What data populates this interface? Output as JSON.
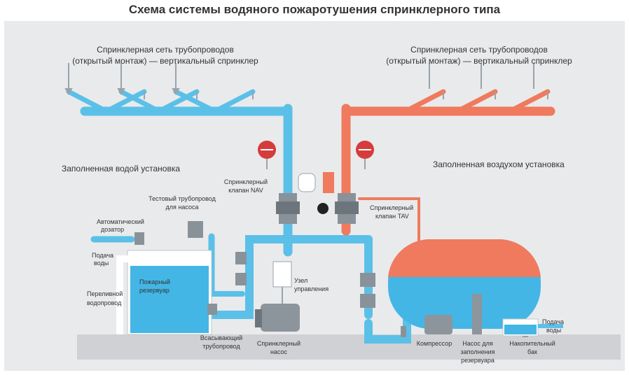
{
  "title": "Схема системы водяного пожаротушения спринклерного типа",
  "colors": {
    "water": "#5bc0e8",
    "air": "#ef7a5d",
    "panel": "#e9eaec",
    "floor": "#cfd1d4",
    "tank_water": "#43b6e6"
  },
  "labels": {
    "net_left_1": "Спринклерная сеть трубопроводов",
    "net_left_2": "(открытый монтаж) — вертикальный спринклер",
    "net_right_1": "Спринклерная сеть трубопроводов",
    "net_right_2": "(открытый монтаж) — вертикальный спринклер",
    "water_filled": "Заполненная водой установка",
    "air_filled": "Заполненная воздухом установка",
    "nav_1": "Спринклерный",
    "nav_2": "клапан NAV",
    "test_1": "Тестовый трубопровод",
    "test_2": "для насоса",
    "dosing_1": "Автоматический",
    "dosing_2": "дозатор",
    "supply_left_1": "Подача",
    "supply_left_2": "воды",
    "reservoir_1": "Пожарный",
    "reservoir_2": "резервуар",
    "overflow_1": "Переливной",
    "overflow_2": "водопровод",
    "tav_1": "Спринклерный",
    "tav_2": "клапан TAV",
    "control_1": "Узел",
    "control_2": "управления",
    "suction_1": "Всасывающий",
    "suction_2": "трубопровод",
    "pump_1": "Спринклерный",
    "pump_2": "насос",
    "compressor": "Компрессор",
    "fill_pump_1": "Насос для",
    "fill_pump_2": "заполнения",
    "fill_pump_3": "резервуара",
    "storage_1": "Накопительный",
    "storage_2": "бак",
    "supply_right_1": "Подача",
    "supply_right_2": "воды"
  }
}
